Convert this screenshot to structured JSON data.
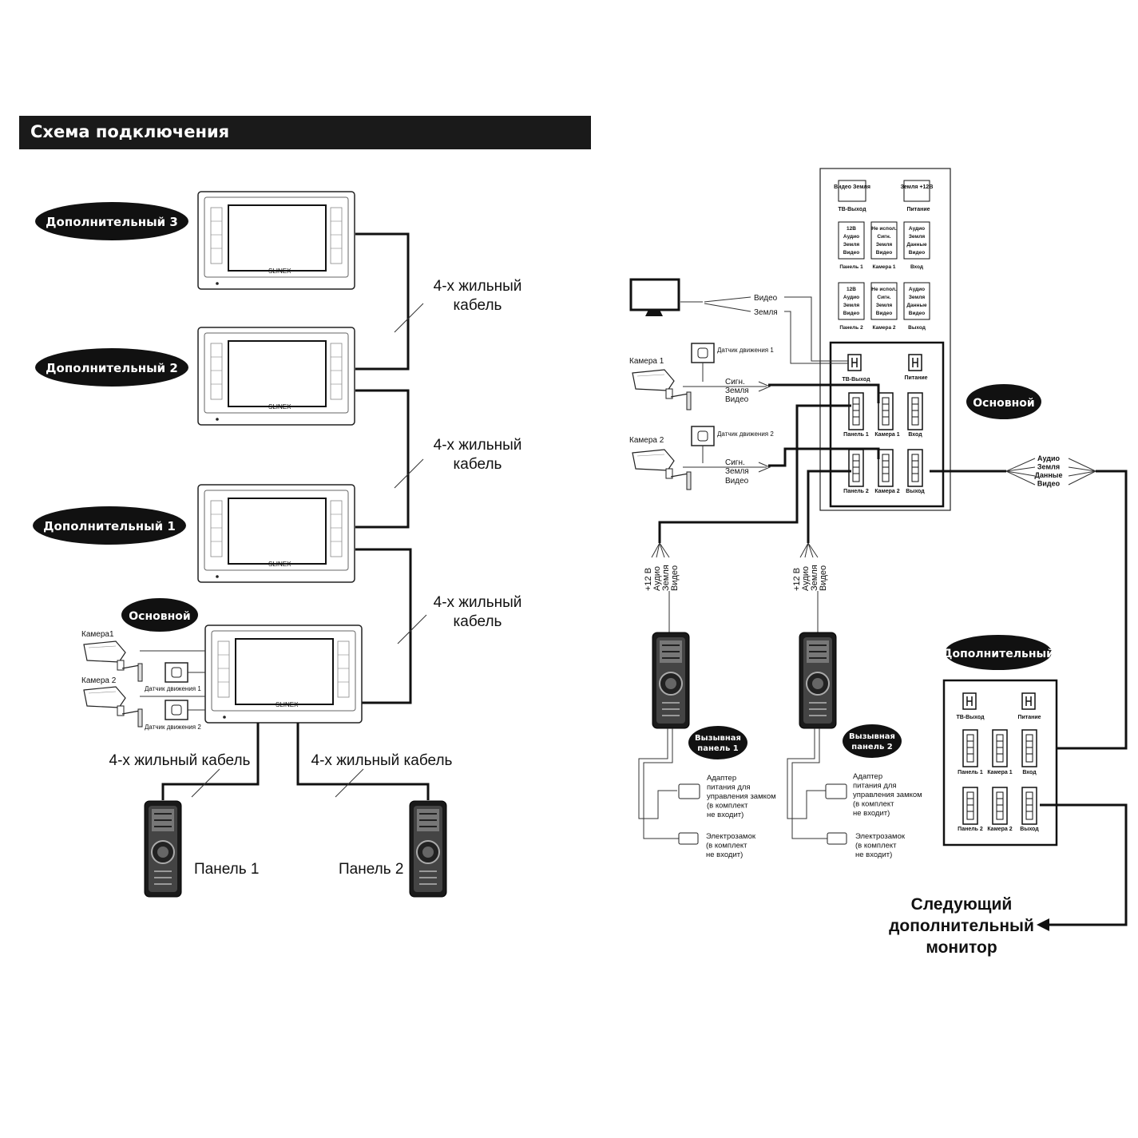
{
  "header": {
    "title": "Схема подключения"
  },
  "left": {
    "monitors": [
      {
        "label": "Дополнительный 3"
      },
      {
        "label": "Дополнительный 2"
      },
      {
        "label": "Дополнительный 1"
      },
      {
        "label": "Основной"
      }
    ],
    "cable_label_line1": "4-х жильный",
    "cable_label_line2": "кабель",
    "cable_label_full": "4-х жильный кабель",
    "camera1": "Камера1",
    "camera2": "Камера 2",
    "sensor1": "Датчик движения 1",
    "sensor2": "Датчик движения 2",
    "panel1": "Панель 1",
    "panel2": "Панель 2",
    "brand": "SLINEX"
  },
  "right": {
    "main_label": "Основной",
    "extra_label": "Дополнительный",
    "terminal_top": {
      "tv_out_pins": "Видео Земля",
      "tv_out_title": "ТВ-Выход",
      "power_pins": "Земля +12В",
      "power_title": "Питание",
      "row1": [
        {
          "pins": [
            "12В",
            "Аудио",
            "Земля",
            "Видео"
          ],
          "title": "Панель 1"
        },
        {
          "pins": [
            "Не испол.",
            "Сигн.",
            "Земля",
            "Видео"
          ],
          "title": "Камера 1"
        },
        {
          "pins": [
            "Аудио",
            "Земля",
            "Данные",
            "Видео"
          ],
          "title": "Вход"
        }
      ],
      "row2": [
        {
          "pins": [
            "12В",
            "Аудио",
            "Земля",
            "Видео"
          ],
          "title": "Панель 2"
        },
        {
          "pins": [
            "Не испол.",
            "Сигн.",
            "Земля",
            "Видео"
          ],
          "title": "Камера 2"
        },
        {
          "pins": [
            "Аудио",
            "Земля",
            "Данные",
            "Видео"
          ],
          "title": "Выход"
        }
      ]
    },
    "board": {
      "tv_out": "ТВ-Выход",
      "power": "Питание",
      "panel1": "Панель 1",
      "camera1": "Камера 1",
      "input": "Вход",
      "panel2": "Панель 2",
      "camera2": "Камера 2",
      "output": "Выход"
    },
    "tv_wires": {
      "video": "Видео",
      "ground": "Земля"
    },
    "sensor1": "Датчик движения 1",
    "sensor2": "Датчик движения 2",
    "camera1": "Камера 1",
    "camera2": "Камера 2",
    "cam_wires": {
      "signal": "Сигн.",
      "ground": "Земля",
      "video": "Видео"
    },
    "panel_wires": [
      "+12 В",
      "Аудио",
      "Земля",
      "Видео"
    ],
    "bus_wires": [
      "Аудио",
      "Земля",
      "Данные",
      "Видео"
    ],
    "call_panel1": [
      "Вызывная",
      "панель 1"
    ],
    "call_panel2": [
      "Вызывная",
      "панель 2"
    ],
    "adapter": [
      "Адаптер",
      "питания для",
      "управления замком",
      "(в комплект",
      "не входит)"
    ],
    "lock": [
      "Электрозамок",
      "(в комплект",
      "не входит)"
    ],
    "next_monitor": [
      "Следующий",
      "дополнительный",
      "монитор"
    ]
  }
}
